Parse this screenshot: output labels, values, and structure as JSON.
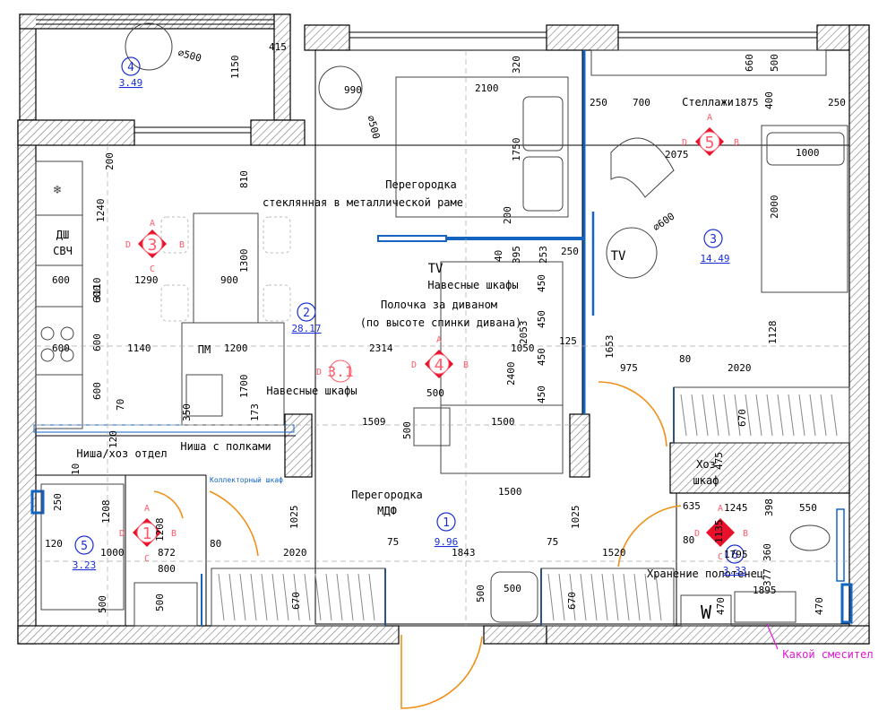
{
  "colors": {
    "wall": "#000000",
    "wall_hatch": "#8a8a8a",
    "dim": "#000000",
    "room_num": "#1a2fd6",
    "marker": "#e8102b",
    "marker_text": "#ff5a6a",
    "glass": "#1565c0",
    "water_blue": "#1e88e5",
    "door_arc": "#f09017",
    "note_magenta": "#e01ad6",
    "furniture": "#444444"
  },
  "rooms": [
    {
      "num": "1",
      "area": "9.96"
    },
    {
      "num": "2",
      "area": "28.17"
    },
    {
      "num": "3",
      "area": "14.49"
    },
    {
      "num": "4",
      "area": "3.49"
    },
    {
      "num": "5",
      "area": "3.23"
    },
    {
      "num": "6",
      "area": "3.33"
    }
  ],
  "view_markers": [
    {
      "num": "3",
      "a": "A",
      "b": "B",
      "c": "C",
      "d": "D"
    },
    {
      "num": "3.1",
      "d": "D"
    },
    {
      "num": "4",
      "a": "A",
      "b": "B",
      "d": "D"
    },
    {
      "num": "5",
      "a": "A",
      "b": "B",
      "d": "D"
    },
    {
      "num": "1",
      "a": "A",
      "b": "B",
      "c": "C",
      "d": "D"
    },
    {
      "num": "6",
      "a": "A",
      "b": "B",
      "c": "C",
      "d": "D"
    }
  ],
  "labels": {
    "dsh": "ДШ",
    "svch": "СВЧ",
    "pm": "ПМ",
    "tv": "TV",
    "w": "W",
    "stellazhi": "Стеллажи",
    "peregorodka_glass_1": "Перегородка",
    "peregorodka_glass_2": "стеклянная в металлической раме",
    "navesnye_1": "Навесные шкафы",
    "polochka_1": "Полочка за диваном",
    "polochka_2": "(по высоте спинки дивана)",
    "navesnye_2": "Навесные шкафы",
    "nisha_polki": "Ниша с полками",
    "kollektor": "Коллекторный шкаф",
    "nisha_hoz": "Ниша/хоз отдел",
    "peregorodka_mdf_1": "Перегородка",
    "peregorodka_mdf_2": "МДФ",
    "hoz_shkaf_1": "Хоз",
    "hoz_shkaf_2": "шкаф",
    "hranenie": "Хранение полотенец",
    "smesitel": "Какой смесител"
  },
  "dims": {
    "d415": "415",
    "d1150": "1150",
    "d500a": "⌀500",
    "d990": "990",
    "d500b": "⌀500",
    "d320": "320",
    "d2100": "2100",
    "d1750": "1750",
    "d200a": "200",
    "d660": "660",
    "d500c": "500",
    "d250a": "250",
    "d700": "700",
    "d1875": "1875",
    "d250b": "250",
    "d400": "400",
    "d2075": "2075",
    "d1000a": "1000",
    "d2000": "2000",
    "d600r": "⌀600",
    "d200b": "200",
    "d810": "810",
    "d1240": "1240",
    "d3110": "3110",
    "d1290": "1290",
    "d900": "900",
    "d1300": "1300",
    "d600a": "600",
    "d600b": "600",
    "d600c": "600",
    "d600d": "600",
    "d600e": "600",
    "d1140": "1140",
    "d1200": "1200",
    "d2314": "2314",
    "d1050": "1050",
    "d125": "125",
    "d1653": "1653",
    "d40": "40",
    "d395": "395",
    "d253": "253",
    "d250c": "250",
    "d450a": "450",
    "d450b": "450",
    "d450c": "450",
    "d450d": "450",
    "d2053": "2053",
    "d2400": "2400",
    "d975": "975",
    "d80a": "80",
    "d2020a": "2020",
    "d1128": "1128",
    "d1700": "1700",
    "d173": "173",
    "d500d": "500",
    "d70": "70",
    "d350": "350",
    "d120a": "120",
    "d1509": "1509",
    "d1500a": "1500",
    "d500e": "500",
    "d670a": "670",
    "d475": "475",
    "d10": "10",
    "d250d": "250",
    "d1208a": "1208",
    "d1208b": "1208",
    "d120b": "120",
    "d1000b": "1000",
    "d872": "872",
    "d800": "800",
    "d80b": "80",
    "d1025a": "1025",
    "d2020b": "2020",
    "d75a": "75",
    "d1843": "1843",
    "d75b": "75",
    "d1025b": "1025",
    "d1500b": "1500",
    "d1520": "1520",
    "d635": "635",
    "d1245": "1245",
    "d398": "398",
    "d550": "550",
    "d80c": "80",
    "d1135": "1135",
    "d1795": "1795",
    "d360": "360",
    "d377": "377",
    "d1895": "1895",
    "d500f": "500",
    "d500g": "500",
    "d670b": "670",
    "d500h": "500",
    "d500i": "500",
    "d670c": "670",
    "d470a": "470",
    "d470b": "470"
  }
}
